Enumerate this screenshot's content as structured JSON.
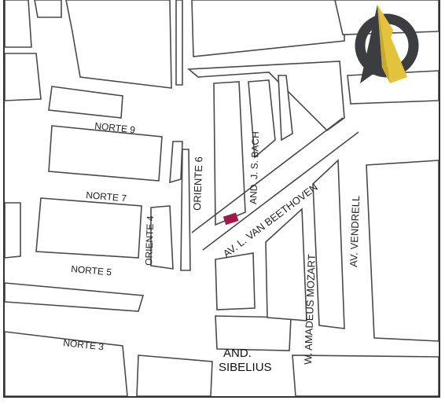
{
  "map": {
    "streets": {
      "norte9": "NORTE 9",
      "norte7": "NORTE 7",
      "norte5": "NORTE 5",
      "norte3": "NORTE 3",
      "oriente6": "ORIENTE 6",
      "oriente4": "ORIENTE 4",
      "and_bach": "AND. J. S. BACH",
      "av_beethoven": "AV. L. VAN BEETHOVEN",
      "w_mozart": "W. AMADEUS MOZART",
      "av_vendrell": "AV. VENDRELL",
      "and_sibelius_1": "AND.",
      "and_sibelius_2": "SIBELIUS"
    },
    "compass_icon": "north-arrow-icon",
    "location_marker_icon": "location-marker-icon",
    "colors": {
      "marker": "#a3184a",
      "compass_gold": "#e3c23e",
      "compass_dark": "#3b3d40",
      "street_line": "#4a4a4a"
    }
  }
}
